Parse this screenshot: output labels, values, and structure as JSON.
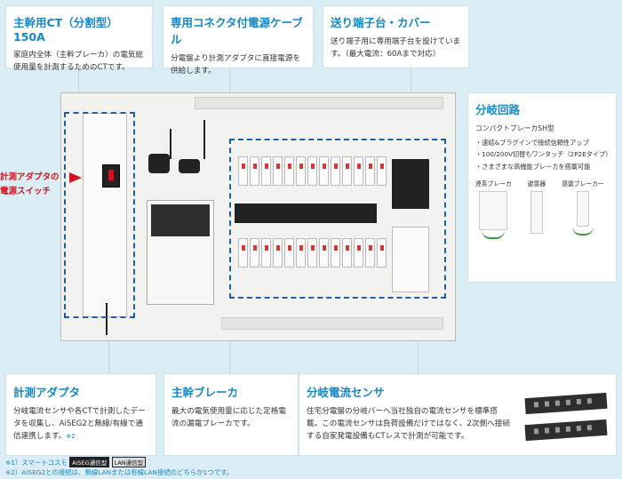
{
  "callouts": {
    "ct": {
      "title": "主幹用CT（分割型）150A",
      "body": "家庭内全体（主幹ブレーカ）の電気総使用量を計測するためのCTです。"
    },
    "cable": {
      "title": "専用コネクタ付電源ケーブル",
      "body": "分電盤より計測アダプタに直接電源を供給します。"
    },
    "terminal": {
      "title": "送り端子台・カバー",
      "body": "送り端子用に専用端子台を設けています。（最大電流：60Aまで対応）"
    },
    "branch": {
      "title": "分岐回路",
      "subtitle": "コンパクトブレーカSH型",
      "features": [
        "・速結&プラグインで接続信頼性アップ",
        "・100/200V切替もワンタッチ（2P2Eタイプ）",
        "・さまざまな高機能ブレーカを搭載可能"
      ],
      "devices": [
        "連系ブレーカ",
        "避雷器",
        "感震ブレーカー"
      ]
    },
    "adapter": {
      "title": "計測アダプタ",
      "body": "分岐電流センサや各CTで計測したデータを収集し、AiSEG2と無線/有線で通信連携します。",
      "note": "※2"
    },
    "main_breaker": {
      "title": "主幹ブレーカ",
      "body": "最大の電気使用量に応じた定格電流の漏電ブレーカです。"
    },
    "sensor": {
      "title": "分岐電流センサ",
      "body": "住宅分電盤の分岐バーへ当社独自の電流センサを標準搭載。この電流センサは負荷設備だけではなく、2次側へ接続する自家発電設備もCTレスで計測が可能です。"
    }
  },
  "panel_callout": {
    "line1": "計測アダプタの",
    "line2": "電源スイッチ"
  },
  "footnotes": {
    "n1_prefix": "※1）スマートコスモ",
    "n1_tag1": "AiSEG通信型",
    "n1_tag2": "LAN通信型",
    "n2": "※2）AiSEG2との接続は、無線LANまたは有線LAN接続のどちらか1つです。"
  },
  "colors": {
    "accent": "#1688c8",
    "warning": "#d6111e",
    "highlight_dash": "#1a5fa8",
    "background": "#dbeef6"
  }
}
